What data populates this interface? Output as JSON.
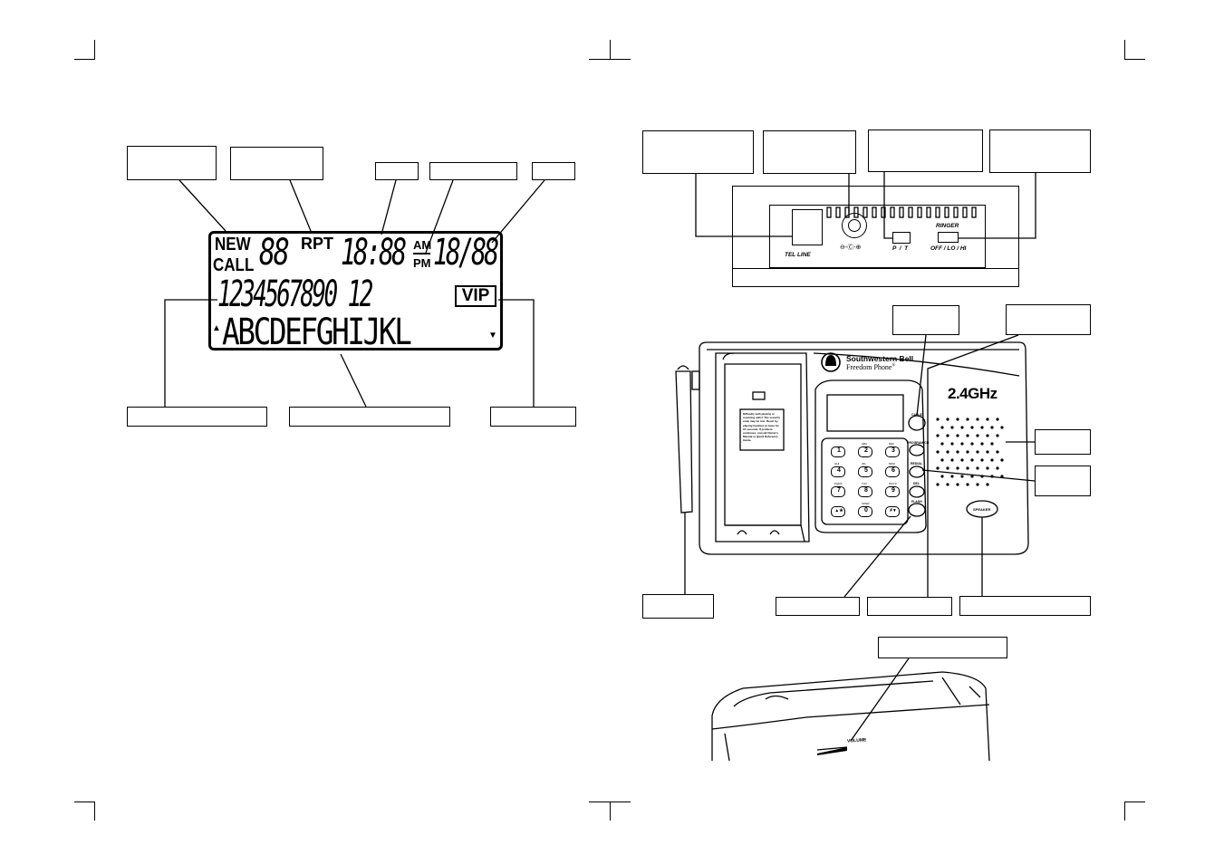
{
  "lcd": {
    "new": "NEW",
    "call": "CALL",
    "count": "88",
    "rpt": "RPT",
    "time": "18:88",
    "am": "AM",
    "pm": "PM",
    "date": "18/88",
    "number": "1234567890 12",
    "vip": "VIP",
    "name": "ABCDEFGHIJKL",
    "up_arrow": "▲",
    "down_arrow": "▼"
  },
  "back_panel": {
    "tel_line": "TEL LINE",
    "power_symbol": "⊖-Ⓒ-⊕",
    "pt": "P  /  T",
    "ringer": "RINGER",
    "ringer_options": "OFF / LO / HI"
  },
  "base": {
    "brand": "Southwestern Bell",
    "product": "Freedom Phone",
    "ghz": "2.4GHz",
    "callid": "CALLID",
    "program": "PROGRAM/CH",
    "redial": "REDIAL",
    "del": "DEL",
    "flash": "FLASH",
    "speaker": "SPEAKER",
    "notice": "Difficulty with placing or receiving calls? The security code may be lost. Reset by placing handset on base for 10 seconds. If problem continues, consult Owner's Manual or Quick Reference Guide.",
    "keys": [
      {
        "num": "1",
        "letters": ""
      },
      {
        "num": "2",
        "letters": "ABC"
      },
      {
        "num": "3",
        "letters": "DEF"
      },
      {
        "num": "4",
        "letters": "GHI"
      },
      {
        "num": "5",
        "letters": "JKL"
      },
      {
        "num": "6",
        "letters": "MNO"
      },
      {
        "num": "7",
        "letters": "PQRS"
      },
      {
        "num": "8",
        "letters": "TUV"
      },
      {
        "num": "9",
        "letters": "WXYZ"
      },
      {
        "num": "▲★",
        "letters": ""
      },
      {
        "num": "0",
        "letters": "OPER"
      },
      {
        "num": "#▼",
        "letters": ""
      }
    ]
  },
  "side": {
    "volume": "VOLUME"
  }
}
